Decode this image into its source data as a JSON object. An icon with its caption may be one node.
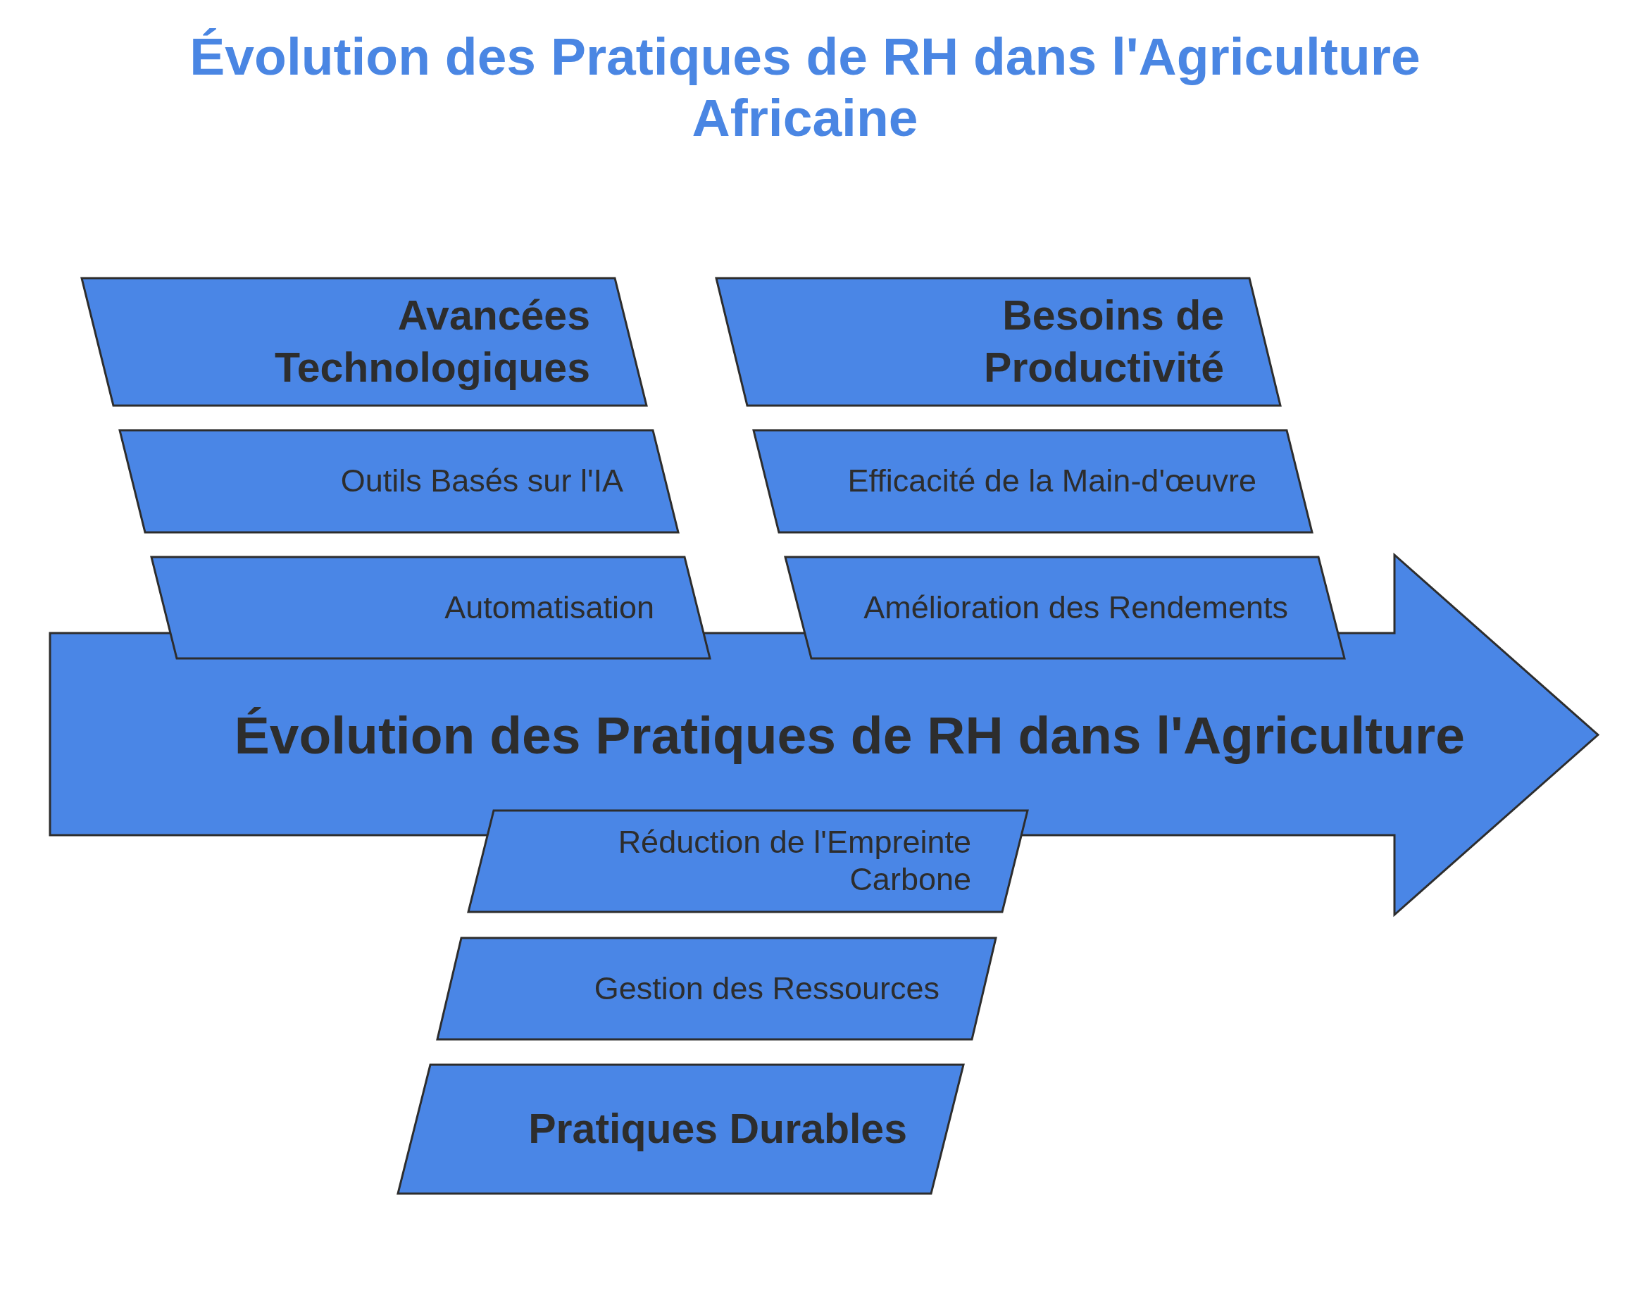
{
  "diagram": {
    "title": "Évolution des Pratiques de RH dans l'Agriculture Africaine",
    "nodes": [
      {
        "text": [
          "Avancées Technologiques"
        ]
      },
      {
        "text": [
          "Outils Basés sur l'IA"
        ]
      },
      {
        "text": [
          "Automatisation"
        ]
      },
      {
        "text": [
          "Besoins de Productivité"
        ]
      },
      {
        "text": [
          "Efficacité de la Main-d'œuvre"
        ]
      },
      {
        "text": [
          "Amélioration des Rendements"
        ]
      },
      {
        "text": [
          "Évolution des Pratiques de RH dans l'Agriculture"
        ]
      },
      {
        "text": [
          "Réduction de l'Empreinte Carbone"
        ]
      },
      {
        "text": [
          "Gestion des Ressources"
        ]
      },
      {
        "text": [
          "Pratiques Durables"
        ]
      }
    ]
  }
}
